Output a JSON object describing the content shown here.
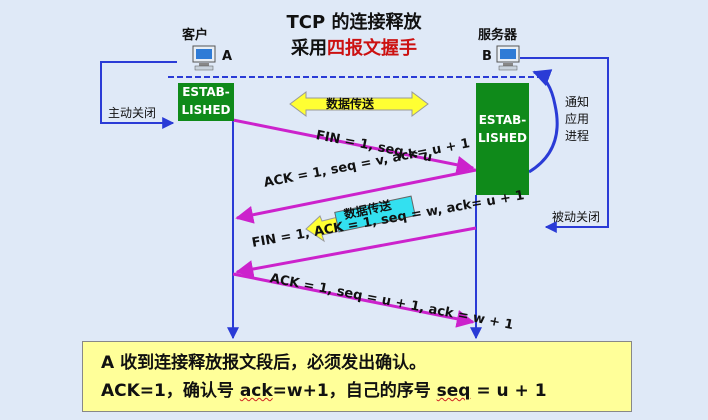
{
  "title": {
    "line1": "TCP 的连接释放",
    "line2_prefix": "采用",
    "line2_highlight": "四报文握手"
  },
  "client": {
    "name": "客户",
    "id": "A"
  },
  "server": {
    "name": "服务器",
    "id": "B"
  },
  "estab_client": [
    "ESTAB-",
    "LISHED"
  ],
  "estab_server": [
    "ESTAB-",
    "LISHED"
  ],
  "left_action": "主动关闭",
  "right_action": "被动关闭",
  "notify_app": "通知应用进程",
  "data_transfer_1": "数据传送",
  "data_transfer_2": "数据传送",
  "messages": {
    "m1": "FIN = 1, seq = u",
    "m2": "ACK = 1, seq = v, ack= u + 1",
    "m3": "FIN = 1, ACK = 1, seq = w, ack= u + 1",
    "m4": "ACK = 1, seq = u + 1, ack = w + 1"
  },
  "note": {
    "line1": "A 收到连接释放报文段后，必须发出确认。",
    "line2_a": "ACK=1，确认号 ",
    "line2_b": "ack",
    "line2_c": "=w+1，自己的序号 ",
    "line2_d": "seq",
    "line2_e": " = u + 1"
  },
  "colors": {
    "arrow": "#cc22cc",
    "blue": "#2a3bd6",
    "estab": "#0f8a1a",
    "data_box": "#33e0f0",
    "note_bg": "#ffff99"
  },
  "icons": [
    "computer-icon"
  ]
}
